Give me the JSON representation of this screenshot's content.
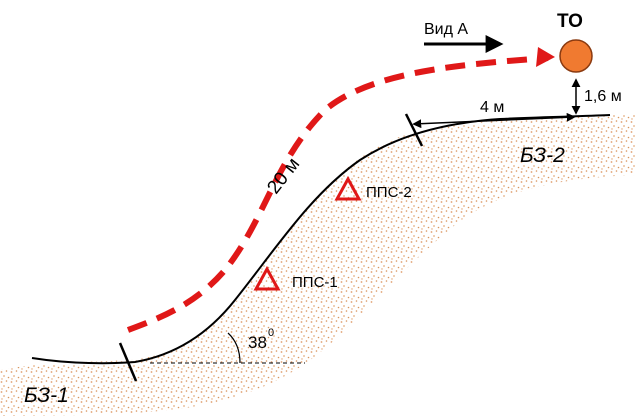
{
  "labels": {
    "view": "Вид А",
    "target": "ТО",
    "height": "1,6 м",
    "dist_top": "4 м",
    "dist_path": "20 м",
    "zone_top": "БЗ-2",
    "zone_bottom": "БЗ-1",
    "point_1": "ППС-1",
    "point_2": "ППС-2",
    "angle_value": "38",
    "angle_deg": "0"
  },
  "colors": {
    "path": "#e01818",
    "target_fill": "#f07a30",
    "soil_dots": "#e0a070",
    "line": "#000000"
  },
  "icons": {
    "target": "orange-ball",
    "points": "red-triangle"
  }
}
